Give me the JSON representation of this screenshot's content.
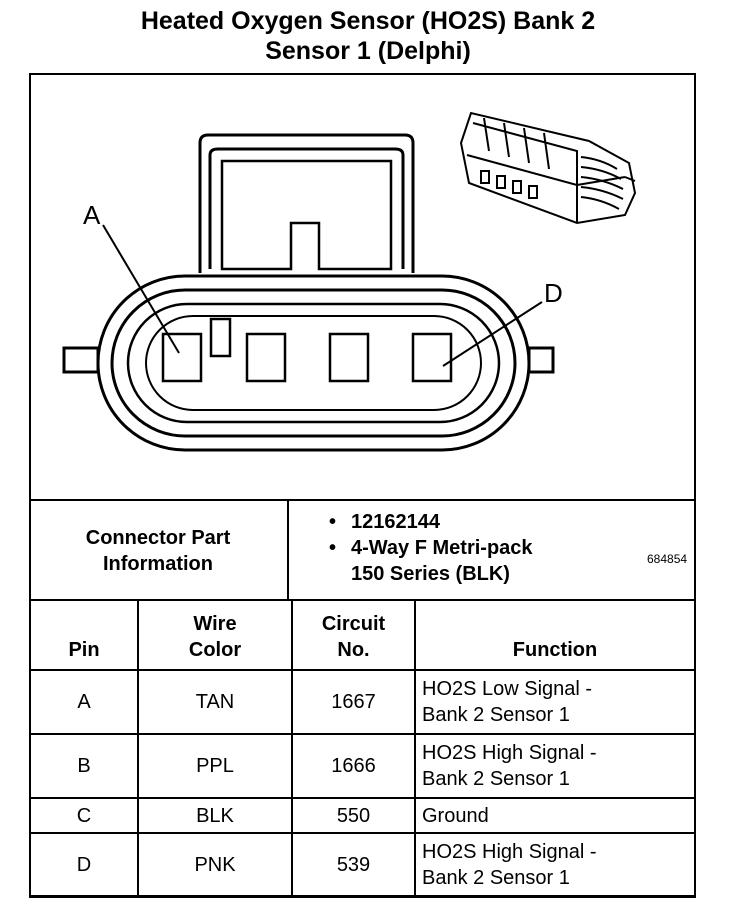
{
  "title": {
    "line1": "Heated Oxygen Sensor (HO2S) Bank 2",
    "line2": "Sensor 1 (Delphi)"
  },
  "diagram": {
    "pin_a_label": "A",
    "pin_d_label": "D",
    "figure_number": "684854"
  },
  "connector_info": {
    "label_line1": "Connector Part",
    "label_line2": "Information",
    "bullet": "•",
    "item1": "12162144",
    "item2_line1": "4-Way F Metri-pack",
    "item2_line2": "150 Series (BLK)"
  },
  "table": {
    "headers": {
      "pin": "Pin",
      "wire_line1": "Wire",
      "wire_line2": "Color",
      "circuit_line1": "Circuit",
      "circuit_line2": "No.",
      "function": "Function"
    },
    "rows": [
      {
        "pin": "A",
        "wire": "TAN",
        "circuit": "1667",
        "function_line1": "HO2S Low Signal -",
        "function_line2": "Bank 2 Sensor 1"
      },
      {
        "pin": "B",
        "wire": "PPL",
        "circuit": "1666",
        "function_line1": "HO2S High Signal -",
        "function_line2": "Bank 2 Sensor 1"
      },
      {
        "pin": "C",
        "wire": "BLK",
        "circuit": "550",
        "function_line1": "Ground",
        "function_line2": ""
      },
      {
        "pin": "D",
        "wire": "PNK",
        "circuit": "539",
        "function_line1": "HO2S High Signal -",
        "function_line2": "Bank 2 Sensor 1"
      }
    ]
  }
}
